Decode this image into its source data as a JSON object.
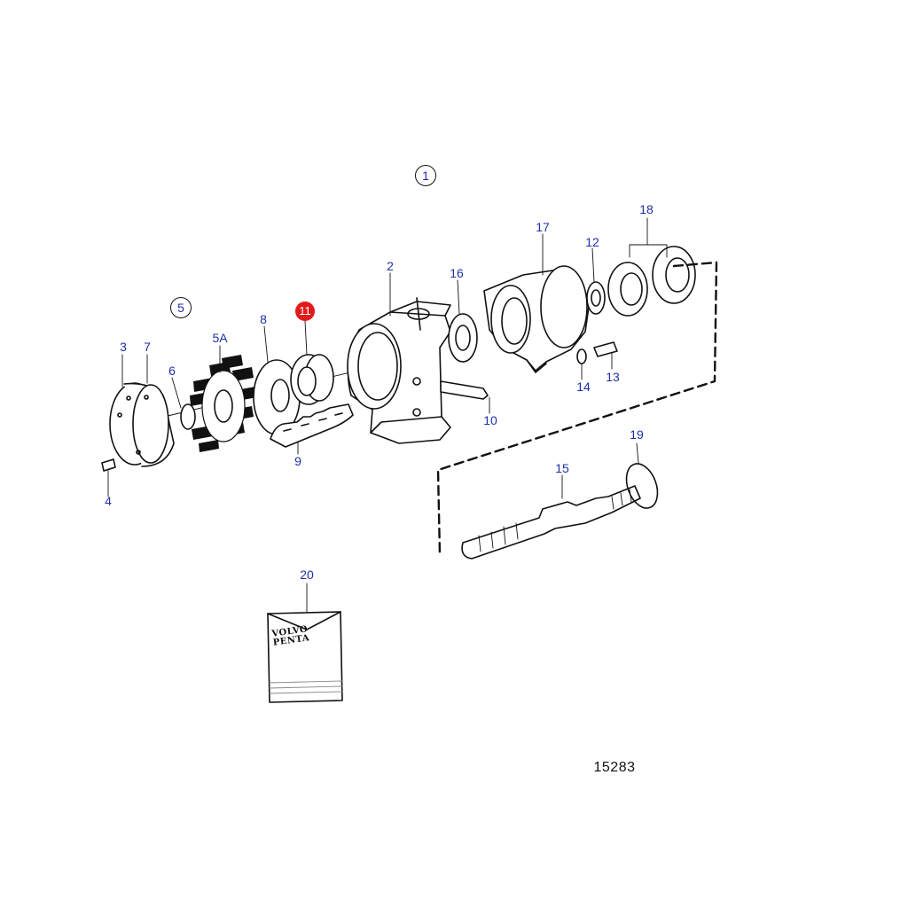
{
  "figure": {
    "number": "15283",
    "brand": [
      "VOLVO",
      "PENTA"
    ]
  },
  "parts": [
    {
      "id": "p1",
      "label": "1",
      "style": "circled"
    },
    {
      "id": "p2",
      "label": "2"
    },
    {
      "id": "p3",
      "label": "3"
    },
    {
      "id": "p4",
      "label": "4"
    },
    {
      "id": "p5",
      "label": "5",
      "style": "circled"
    },
    {
      "id": "p5a",
      "label": "5A"
    },
    {
      "id": "p6",
      "label": "6"
    },
    {
      "id": "p7",
      "label": "7"
    },
    {
      "id": "p8",
      "label": "8"
    },
    {
      "id": "p9",
      "label": "9"
    },
    {
      "id": "p10",
      "label": "10"
    },
    {
      "id": "p11",
      "label": "11",
      "style": "highlighted"
    },
    {
      "id": "p12",
      "label": "12"
    },
    {
      "id": "p13",
      "label": "13"
    },
    {
      "id": "p14",
      "label": "14"
    },
    {
      "id": "p15",
      "label": "15"
    },
    {
      "id": "p16",
      "label": "16"
    },
    {
      "id": "p17",
      "label": "17"
    },
    {
      "id": "p18",
      "label": "18"
    },
    {
      "id": "p19",
      "label": "19"
    },
    {
      "id": "p20",
      "label": "20"
    }
  ],
  "colors": {
    "label": "#1f2fa8",
    "highlight": "#e21b1b",
    "line": "#111111"
  }
}
